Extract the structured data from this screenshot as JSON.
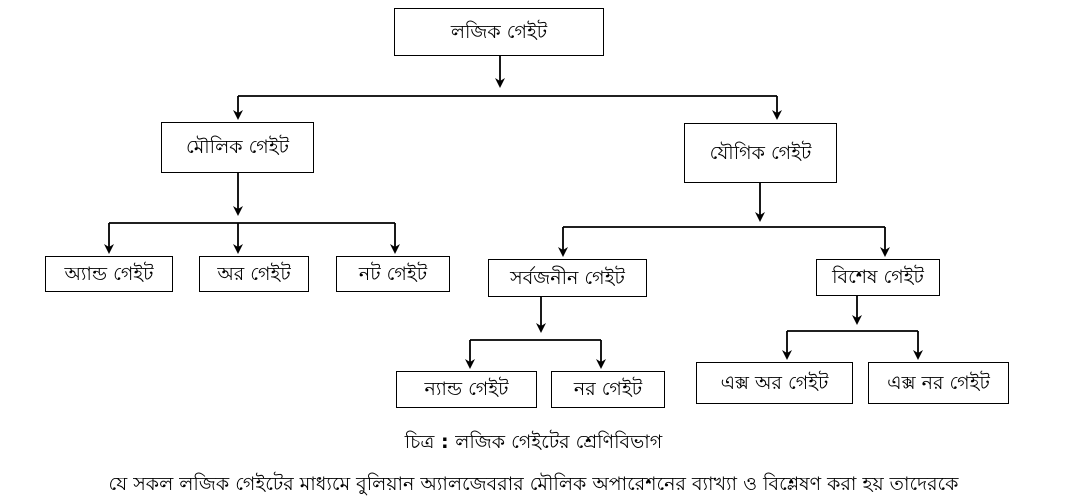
{
  "nodes": {
    "root": "লজিক গেইট",
    "basic": "মৌলিক গেইট",
    "derived": "যৌগিক গেইট",
    "and": "অ্যান্ড গেইট",
    "or": "অর গেইট",
    "not": "নট গেইট",
    "universal": "সর্বজনীন গেইট",
    "special": "বিশেষ গেইট",
    "nand": "ন্যান্ড গেইট",
    "nor": "নর গেইট",
    "xor": "এক্স অর গেইট",
    "xnor": "এক্স নর গেইট"
  },
  "caption": {
    "prefix": "চিত্র",
    "separator": " : ",
    "text": "লজিক গেইটের শ্রেণিবিভাগ"
  },
  "trailing_text": "যে সকল লজিক গেইটের মাধ্যমে বুলিয়ান অ্যালজেবরার মৌলিক অপারেশনের ব্যাখ্যা ও বিশ্লেষণ করা হয় তাদেরকে"
}
